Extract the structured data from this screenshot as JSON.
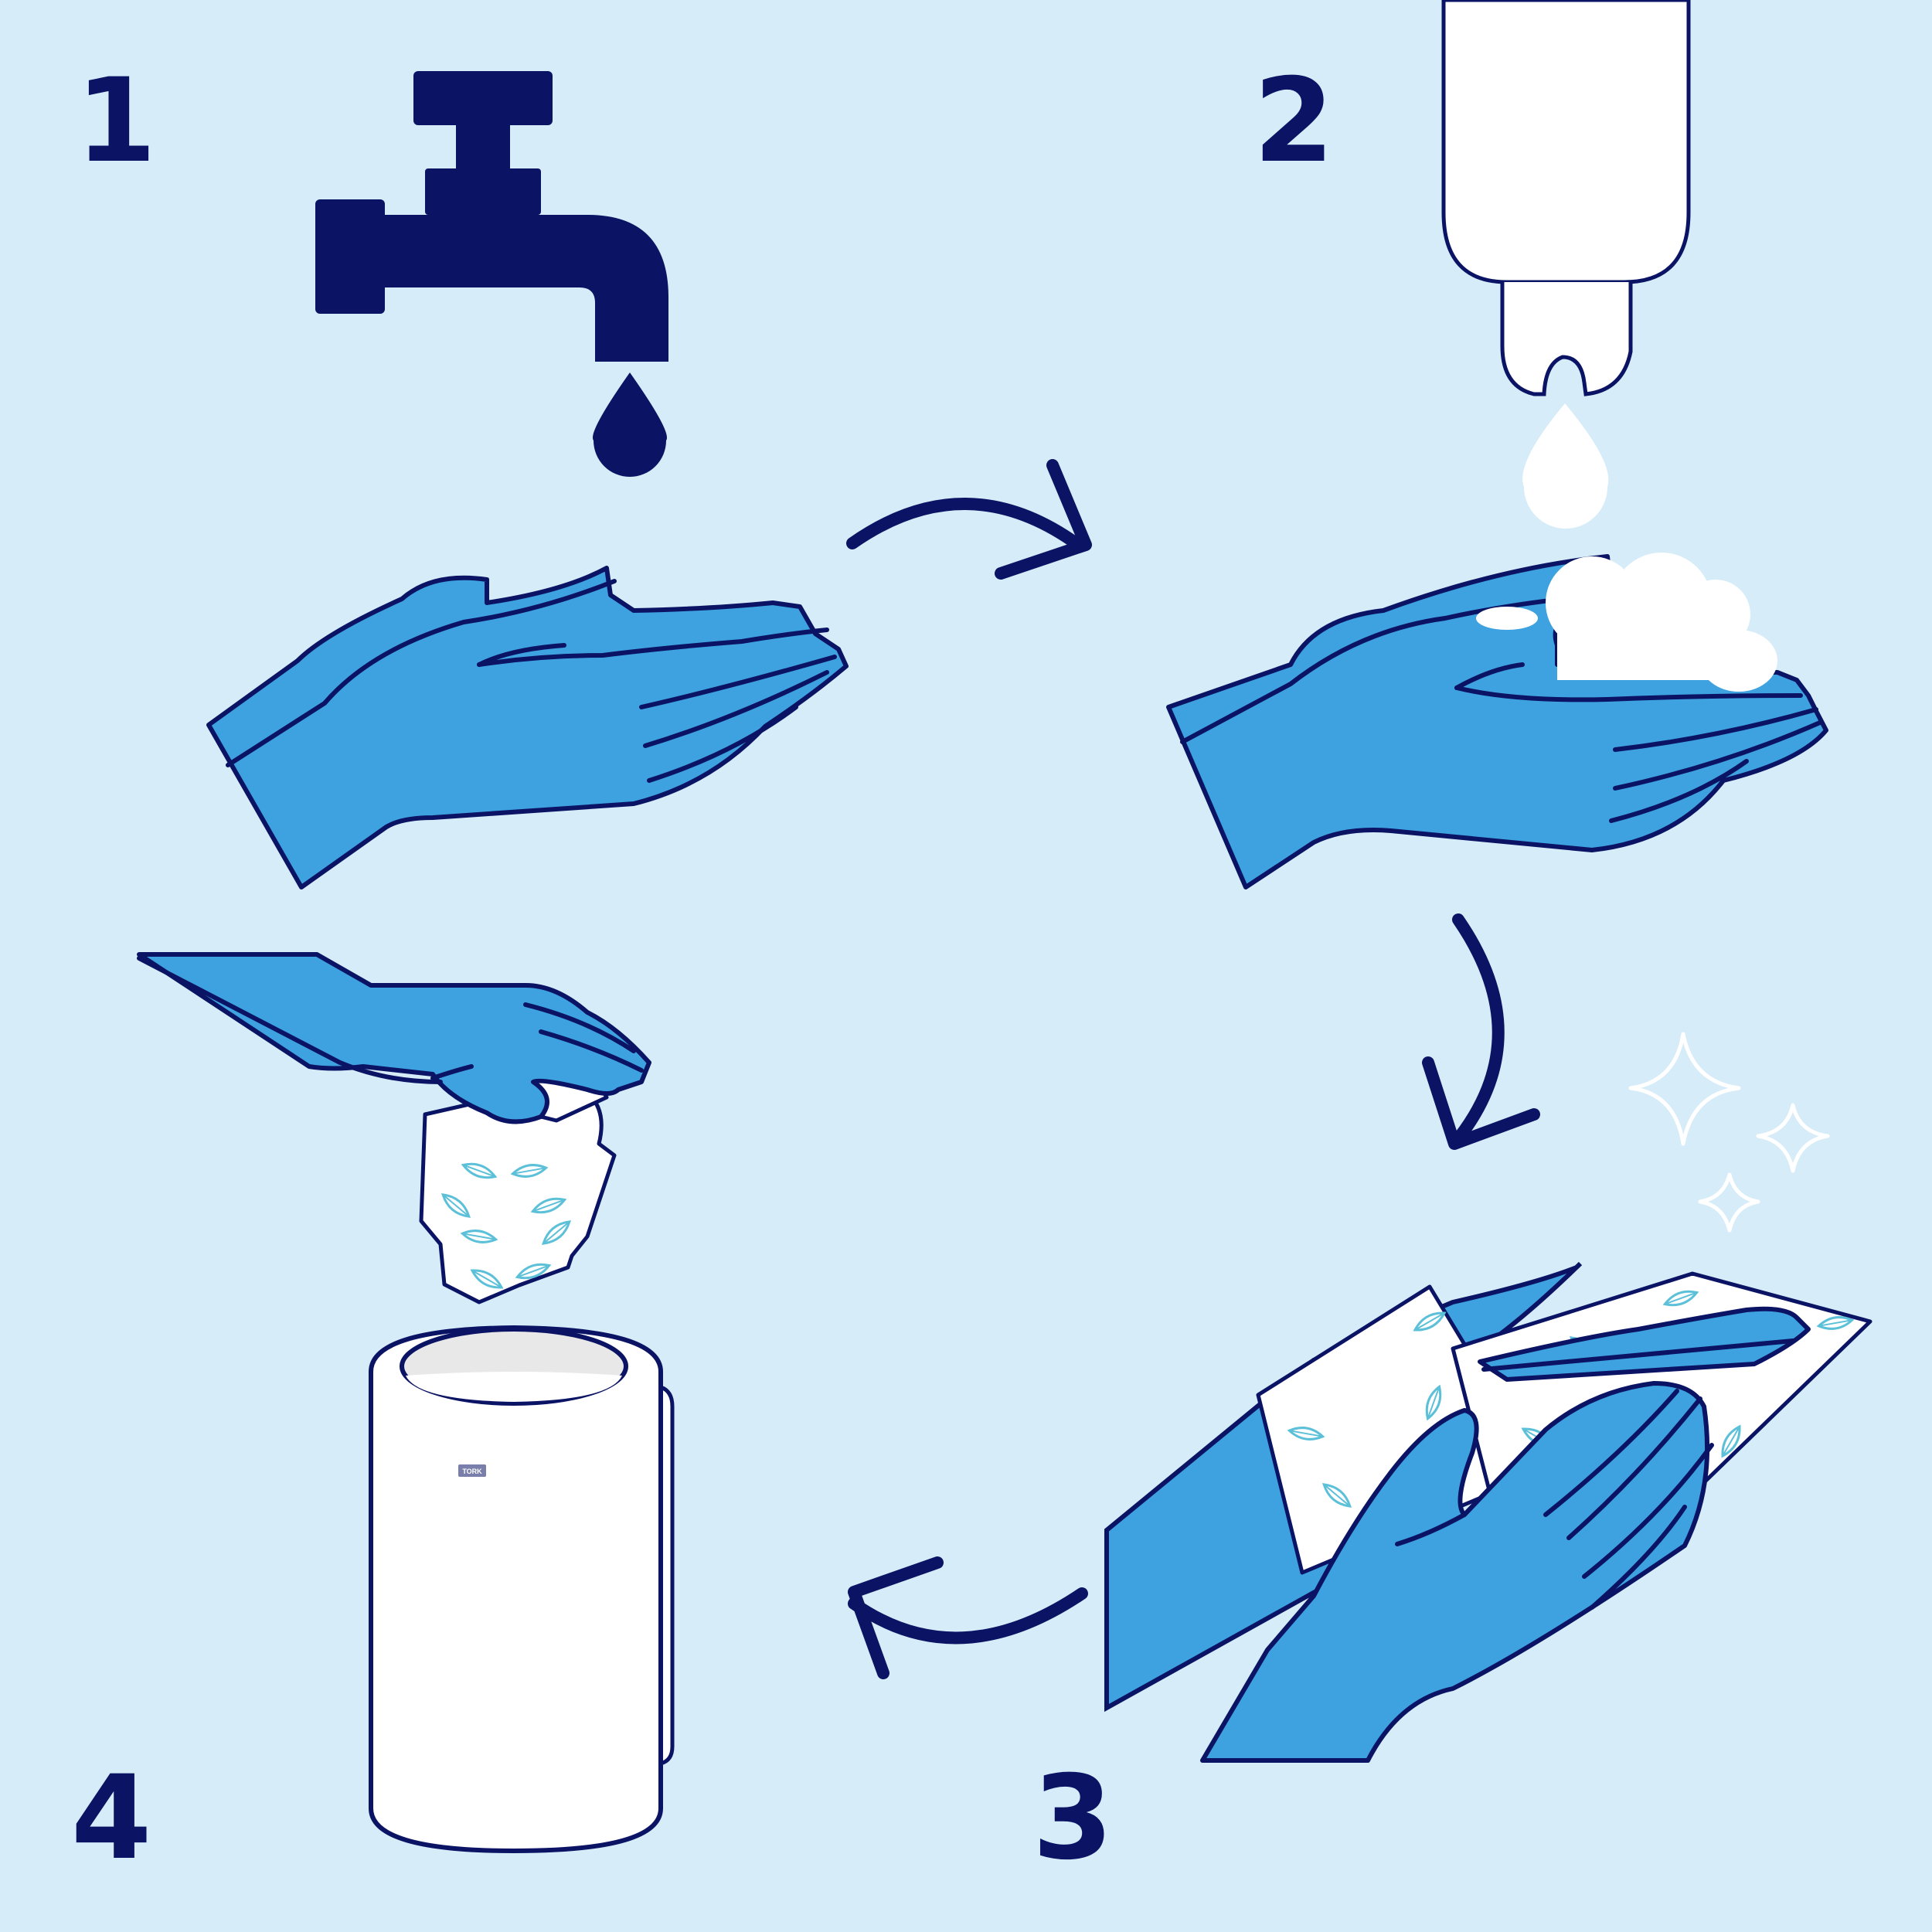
{
  "steps": [
    {
      "number": "1",
      "action": "wet-hands"
    },
    {
      "number": "2",
      "action": "apply-soap"
    },
    {
      "number": "3",
      "action": "dry-with-paper-towel"
    },
    {
      "number": "4",
      "action": "dispose-towel"
    }
  ],
  "bin_brand": "TORK",
  "colors": {
    "background": "#d6ecf8",
    "navy": "#0b1464",
    "hand_blue": "#3ea2e0",
    "white": "#ffffff",
    "leaf": "#5bc0d8"
  },
  "icons": [
    "tap-icon",
    "water-drop-icon",
    "soap-dispenser-icon",
    "soap-drop-icon",
    "foam-icon",
    "sparkle-icon",
    "paper-towel-icon",
    "bin-icon",
    "arrow-icon",
    "hand-icon"
  ]
}
